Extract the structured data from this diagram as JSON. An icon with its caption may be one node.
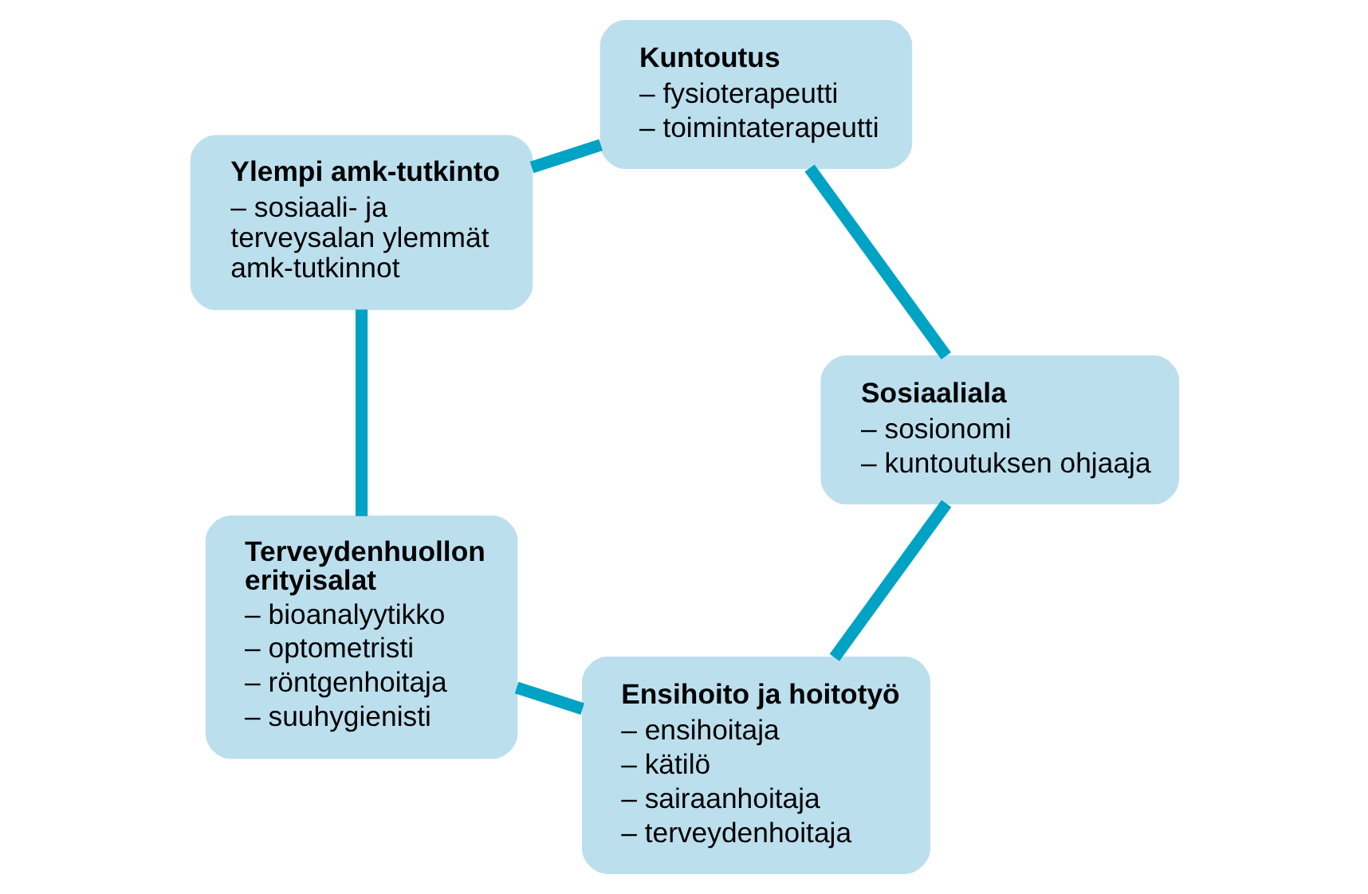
{
  "diagram": {
    "nodes": [
      {
        "text": [
          "Ensihoito ja hoitotyö",
          "– ensihoitaja",
          "– kätilö",
          "– sairaanhoitaja",
          "– terveydenhoitaja"
        ]
      },
      {
        "text": [
          "Terveydenhuollon erityisalat",
          "– bioanalyytikko",
          "– optometristi",
          "– röntgenhoitaja",
          "– suuhygienisti"
        ]
      },
      {
        "text": [
          "Ylempi amk-tutkinto",
          "– sosiaali- ja terveysalan ylemmät amk-tutkinnot"
        ]
      },
      {
        "text": [
          "Kuntoutus",
          "– fysioterapeutti",
          "– toimintaterapeutti"
        ]
      },
      {
        "text": [
          "Sosiaaliala",
          "– sosionomi",
          "– kuntoutuksen ohjaaja"
        ]
      }
    ],
    "edges": [
      {
        "from": 0,
        "to": 1,
        "arrow": "none"
      },
      {
        "from": 1,
        "to": 2,
        "arrow": "none"
      },
      {
        "from": 2,
        "to": 3,
        "arrow": "none"
      },
      {
        "from": 3,
        "to": 4,
        "arrow": "none"
      },
      {
        "from": 4,
        "to": 0,
        "arrow": "none"
      }
    ]
  }
}
